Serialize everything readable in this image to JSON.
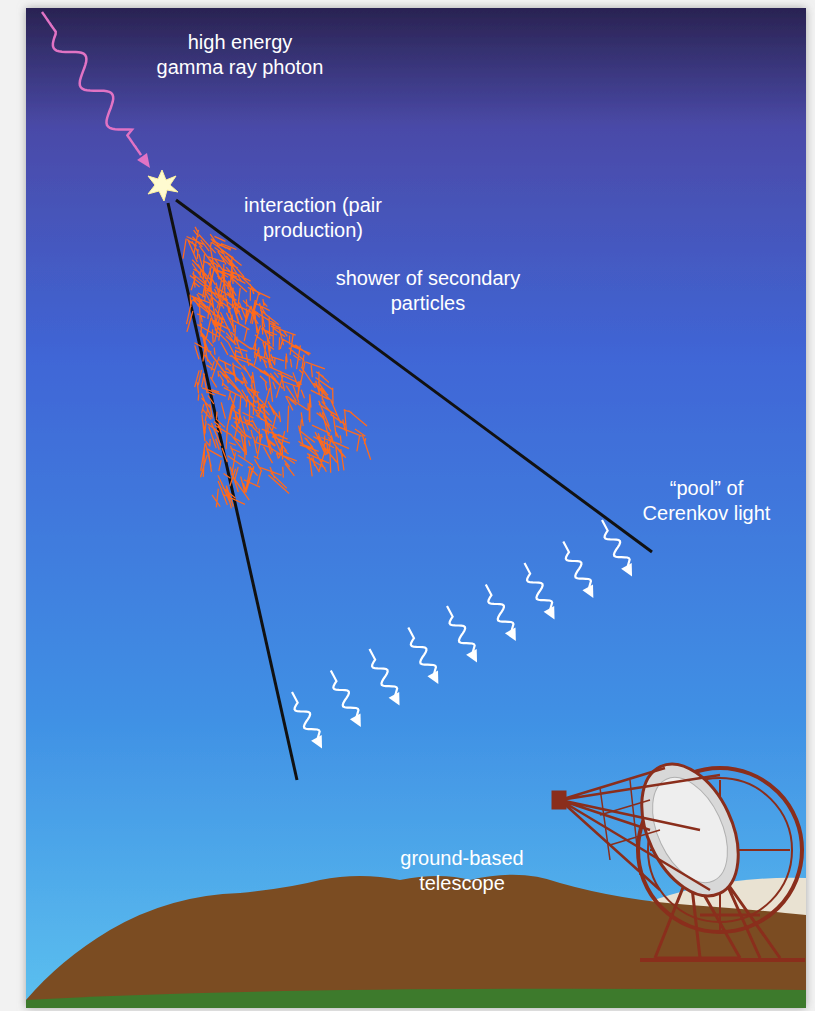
{
  "diagram": {
    "labels": [
      "high energy gamma ray photon",
      "interaction (pair production)",
      "shower of secondary particles",
      "“pool” of Cerenkov light",
      "ground-based telescope"
    ]
  }
}
